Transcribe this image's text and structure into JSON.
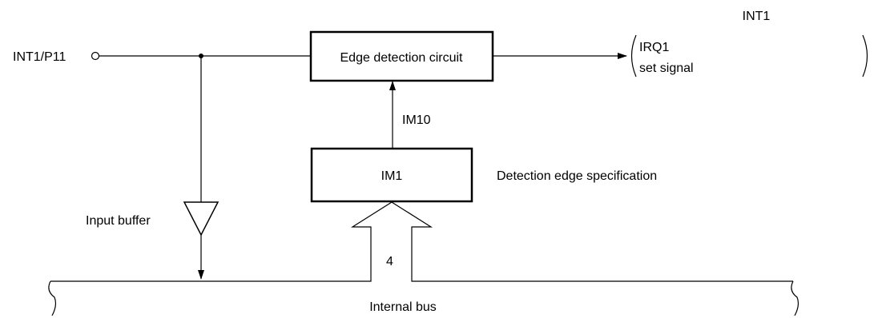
{
  "pin_label": "INT1/P11",
  "edge_circuit_label": "Edge detection circuit",
  "output": {
    "title": "INT1",
    "line1": "IRQ1",
    "line2": "set signal"
  },
  "im10_label": "IM10",
  "im1_label": "IM1",
  "detection_edge_label": "Detection edge specification",
  "input_buffer_label": "Input buffer",
  "bus_width_label": "4",
  "internal_bus_label": "Internal bus"
}
